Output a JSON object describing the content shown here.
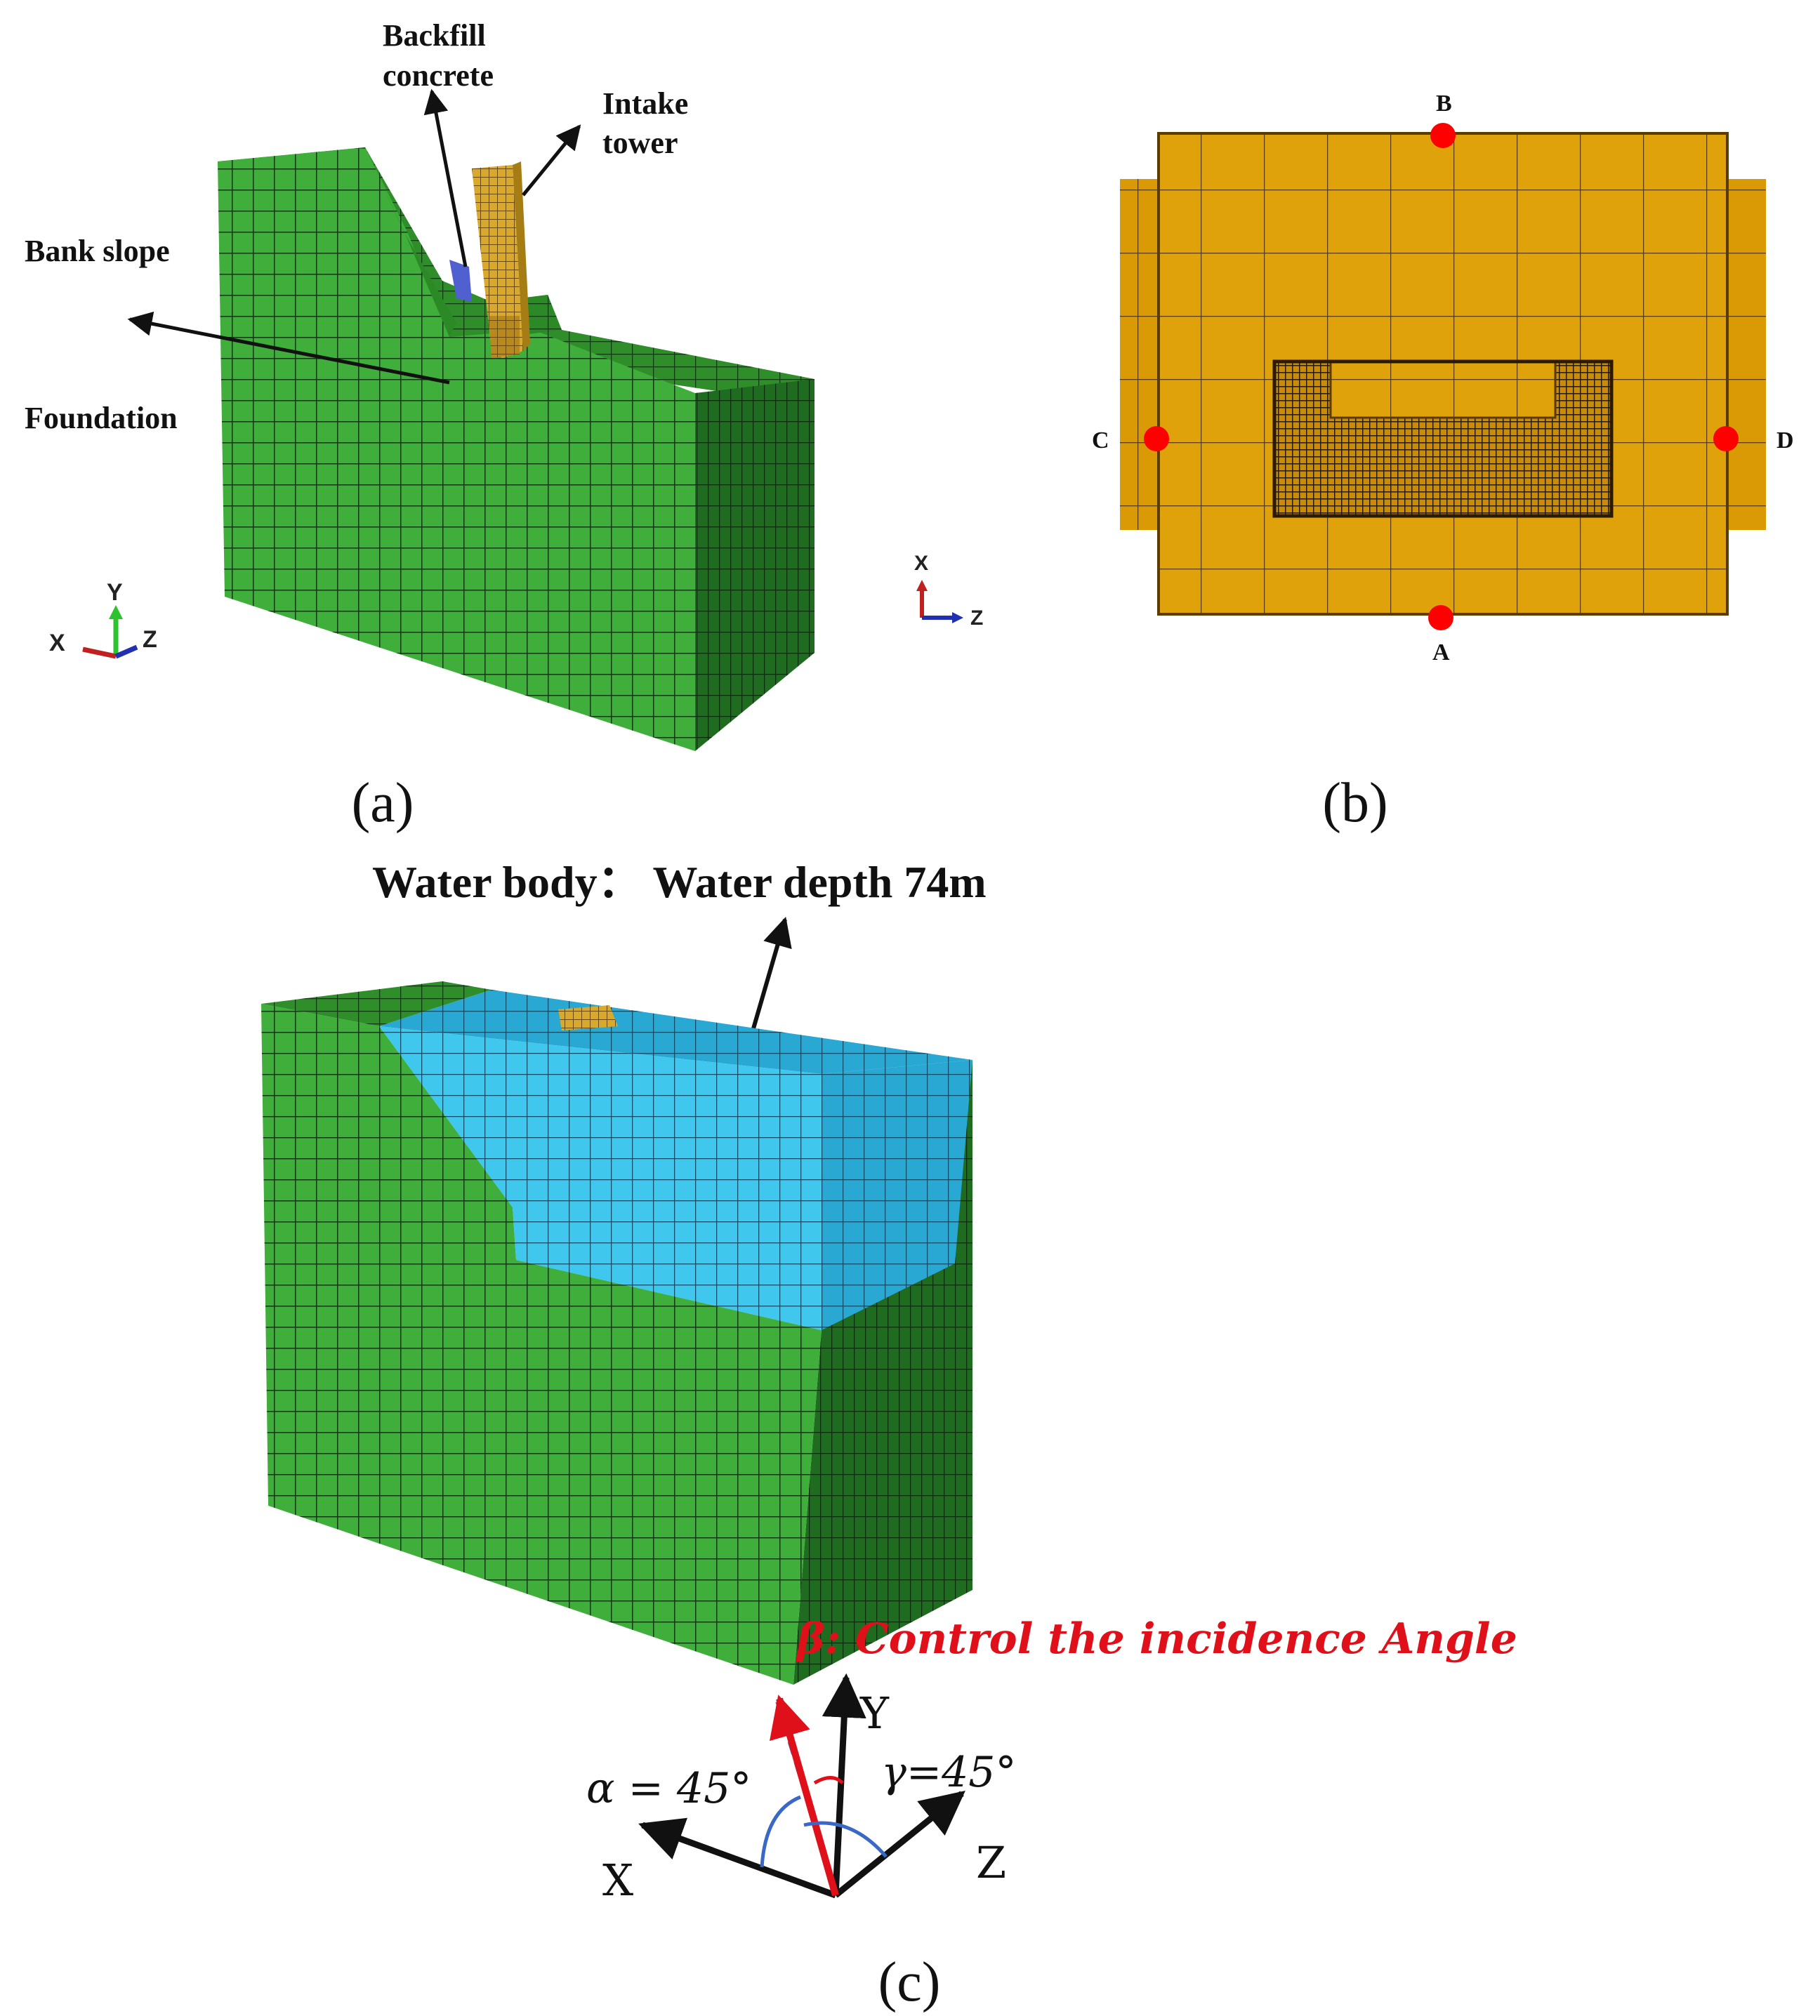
{
  "panel_a": {
    "caption": "(a)",
    "labels": {
      "backfill_line1": "Backfill",
      "backfill_line2": "concrete",
      "intake_line1": "Intake",
      "intake_line2": "tower",
      "bank_slope": "Bank slope",
      "foundation": "Foundation"
    },
    "axes": {
      "y": "Y",
      "x": "X",
      "z": "Z"
    }
  },
  "panel_b": {
    "caption": "(b)",
    "points": {
      "a": "A",
      "b": "B",
      "c": "C",
      "d": "D"
    },
    "axes": {
      "x": "X",
      "z": "Z"
    }
  },
  "panel_c": {
    "caption": "(c)",
    "water_label": "Water body： Water depth 74m",
    "control_label": "β: Control the incidence Angle",
    "axes": {
      "y": "Y",
      "x": "X",
      "z": "Z"
    },
    "alpha_label": "α = 45°",
    "gamma_label": "γ=45°"
  },
  "colors": {
    "soil_front": "#3fae3a",
    "soil_top": "#2f8e2a",
    "soil_side": "#1f6b1f",
    "mesh_line": "#0e3a10",
    "tower": "#d8a92a",
    "water": "#3fc7ee",
    "water_dark": "#2aa8d4",
    "point_marker": "#ff0000",
    "incident_ray": "#e0101a"
  }
}
